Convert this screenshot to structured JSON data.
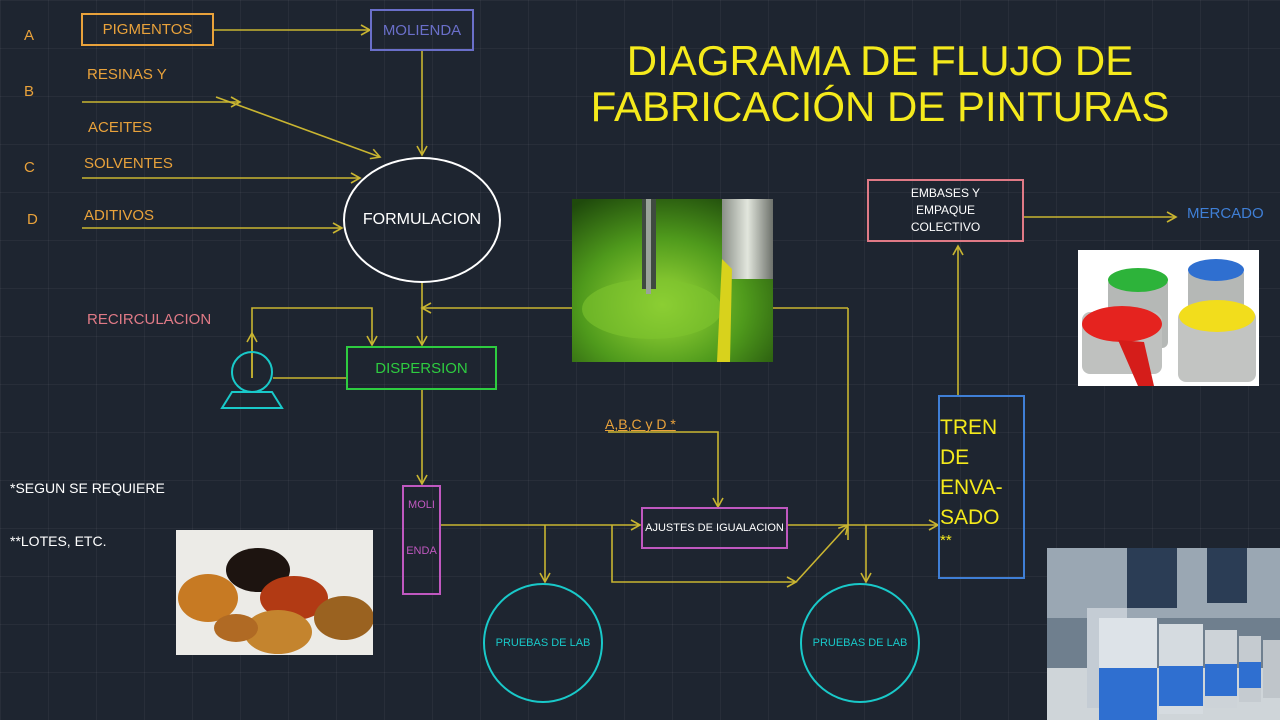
{
  "title": {
    "line1": "DIAGRAMA  DE FLUJO  DE",
    "line2": "FABRICACIÓN DE PINTURAS"
  },
  "inputs": [
    {
      "letter": "A",
      "label": "PIGMENTOS"
    },
    {
      "letter": "B",
      "label": "RESINAS Y",
      "label2": "ACEITES"
    },
    {
      "letter": "C",
      "label": "SOLVENTES"
    },
    {
      "letter": "D",
      "label": "ADITIVOS"
    }
  ],
  "nodes": {
    "molienda": "MOLIENDA",
    "formulacion": "FORMULACION",
    "recirculacion": "RECIRCULACION",
    "dispersion": "DISPERSION",
    "moli_1": "MOLI",
    "moli_2": "ENDA",
    "abcd": "A,B,C y D *",
    "ajustes": "AJUSTES DE IGUALACION",
    "pruebas_1": "PRUEBAS DE LAB",
    "pruebas_2": "PRUEBAS DE LAB",
    "tren": [
      "TREN",
      "DE",
      "ENVA-",
      "SADO",
      "**"
    ],
    "embases": [
      "EMBASES Y",
      "EMPAQUE",
      "COLECTIVO"
    ],
    "mercado": "MERCADO"
  },
  "notes": {
    "n1": "*SEGUN SE REQUIERE",
    "n2": "**LOTES, ETC."
  },
  "colors": {
    "background": "#1e2530",
    "title": "#f5ea1c",
    "flow_line": "#c9b531",
    "orange": "#e9a23b",
    "pink": "#e07a86",
    "green": "#2ecc40",
    "purple": "#c058c0",
    "cyan": "#19c9c9",
    "blue": "#3f7fd6",
    "white": "#ffffff"
  },
  "icons": {
    "pump": "pump-icon"
  }
}
